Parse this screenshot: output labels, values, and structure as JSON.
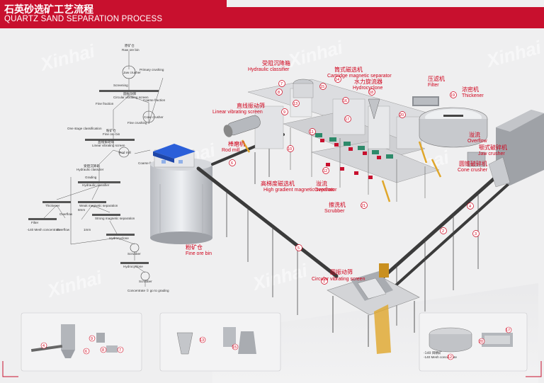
{
  "header": {
    "title_cn": "石英砂选矿工艺流程",
    "title_en": "QUARTZ SAND SEPARATION PROCESS"
  },
  "watermark": "Xinhai",
  "colors": {
    "accent": "#c8102e",
    "label": "#d0021b",
    "belt": "#3b3b3b",
    "roof": "#2b5fd9"
  },
  "labels": {
    "hydraulic_classifier": {
      "cn": "受阻沉降箱",
      "en": "Hydraulic classifier"
    },
    "cartridge_magnetic": {
      "cn": "筒式磁选机",
      "en": "Cartridge magnetic separator"
    },
    "hydrocyclone": {
      "cn": "水力旋流器",
      "en": "Hydrocyclone"
    },
    "filter": {
      "cn": "压滤机",
      "en": "Filter"
    },
    "thickener": {
      "cn": "浓密机",
      "en": "Thickener"
    },
    "linear_screen": {
      "cn": "直线振动筛",
      "en": "Linear vibrating screen"
    },
    "rod_mill": {
      "cn": "棒磨机",
      "en": "Rod mill"
    },
    "overflow_top": {
      "cn": "溢流",
      "en": "Overflow"
    },
    "jaw_crusher": {
      "cn": "颚式破碎机",
      "en": "Jaw crusher"
    },
    "cone_crusher": {
      "cn": "圆锥破碎机",
      "en": "Cone crusher"
    },
    "high_gradient": {
      "cn": "高梯度磁选机",
      "en": "High gradient magnetic separator"
    },
    "overflow_mid": {
      "cn": "溢流",
      "en": "Overflow"
    },
    "scrubber": {
      "cn": "擦洗机",
      "en": "Scrubber"
    },
    "fine_ore_bin": {
      "cn": "粉矿仓",
      "en": "Fine ore bin"
    },
    "circular_screen": {
      "cn": "圆振动筛",
      "en": "Circular vibrating screen"
    }
  },
  "flowchart": {
    "raw_ore_bin": {
      "cn": "原矿仓",
      "en": "Raw ore bin"
    },
    "jaw_crusher": "Jaw crusher",
    "primary_crushing": "Primary crushing",
    "screening": "Screening",
    "circular_screen": {
      "cn": "圆振动筛",
      "en": "Circular vibrating screen"
    },
    "fine_fraction": "Fine fraction",
    "coarse_fraction": "Coarse fraction",
    "fine_crushing": "Fine crushing",
    "cone_crusher": "Cone crusher",
    "fine_ore_bin": {
      "cn": "粉矿仓",
      "en": "Fine ore bin"
    },
    "one_stage": "One stage classification",
    "linear_screen": {
      "cn": "直线振动筛",
      "en": "Linear vibrating screen"
    },
    "rod_mill": "Rod mill",
    "coarse_fraction2": "Coarse fraction",
    "hydraulic_classifier": {
      "cn": "受阻沉降箱",
      "en": "Hydraulic classifier"
    },
    "grading": "Grading",
    "hydraulic_classifier2": "Hydraulic classifier",
    "thickener": "Thickener",
    "overflow": "Overflow",
    "weak_magnetic": "Weak magnetic separation",
    "strong_magnetic": "Strong magnetic separation",
    "filter": "Filter",
    "mesh_140_a": "-140 Mesh concentrate",
    "overflow2": "Overflow",
    "fe_8": "8mm",
    "fe_1": "1mm",
    "hydrocyclone": "Hydrocyclone",
    "scrubber": "Scrubber",
    "hydrocyclone2": "Hydrocyclone",
    "scrubber2": "Scrubber",
    "concentrate": "Concentrate ① go to grading"
  },
  "insets": {
    "c_label": "-140 目精矿",
    "c_label_en": "-140 Mesh concentrate"
  },
  "markers": [
    "1",
    "2",
    "3",
    "4",
    "5",
    "6",
    "7",
    "8",
    "9",
    "10",
    "11",
    "12",
    "13",
    "14",
    "15",
    "16",
    "17",
    "18",
    "19",
    "20",
    "21"
  ]
}
